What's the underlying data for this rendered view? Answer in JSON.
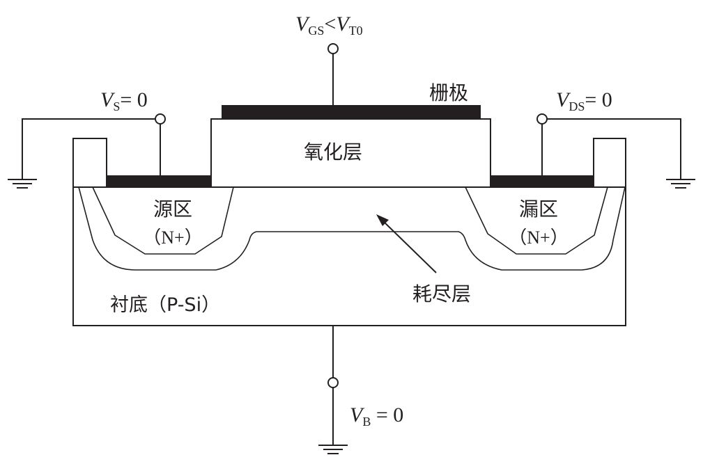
{
  "labels": {
    "gate_voltage": {
      "v": "V",
      "sub1": "GS",
      "op": "<",
      "v2": "V",
      "sub2": "T0"
    },
    "source_voltage": {
      "v": "V",
      "sub": "S",
      "eq": "= 0"
    },
    "drain_voltage": {
      "v": "V",
      "sub": "DS",
      "eq": "= 0"
    },
    "body_voltage": {
      "v": "V",
      "sub": "B",
      "eq": " = 0"
    },
    "gate": "栅极",
    "oxide": "氧化层",
    "source_region": "源区",
    "source_type": "（N+）",
    "drain_region": "漏区",
    "drain_type": "（N+）",
    "depletion": "耗尽层",
    "substrate": "衬底（P-Si）"
  },
  "colors": {
    "line": "#231f20",
    "metal": "#231f20",
    "background": "#ffffff"
  }
}
